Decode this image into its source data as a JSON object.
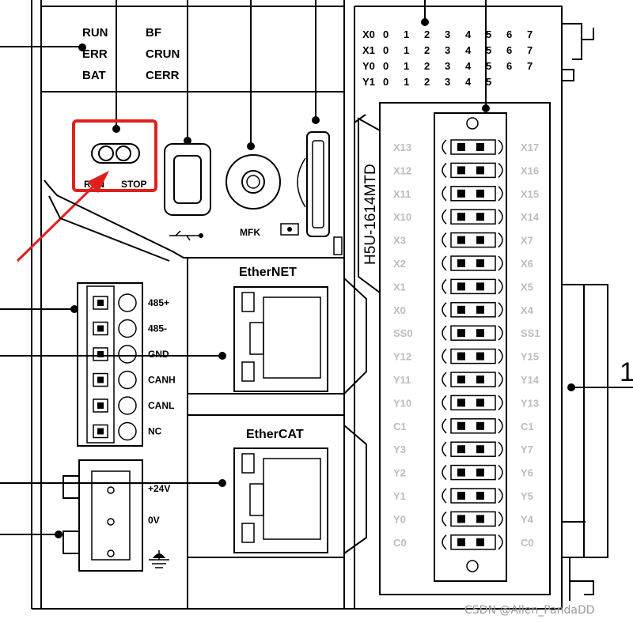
{
  "status_leds": {
    "left": [
      "RUN",
      "ERR",
      "BAT"
    ],
    "right": [
      "BF",
      "CRUN",
      "CERR"
    ]
  },
  "run_stop_switch": {
    "label_run": "RUN",
    "label_stop": "STOP",
    "highlight_color": "#e0201c"
  },
  "usb_symbol": "⭬",
  "mfk_label": "MFK",
  "io_led_rows": [
    {
      "label": "X0",
      "numbers": [
        "0",
        "1",
        "2",
        "3",
        "4",
        "5",
        "6",
        "7"
      ]
    },
    {
      "label": "X1",
      "numbers": [
        "0",
        "1",
        "2",
        "3",
        "4",
        "5",
        "6",
        "7"
      ]
    },
    {
      "label": "Y0",
      "numbers": [
        "0",
        "1",
        "2",
        "3",
        "4",
        "5",
        "6",
        "7"
      ]
    },
    {
      "label": "Y1",
      "numbers": [
        "0",
        "1",
        "2",
        "3",
        "4",
        "5"
      ]
    }
  ],
  "model_name": "H5U-1614MTD",
  "terminal_left_labels": [
    "X13",
    "X12",
    "X11",
    "X10",
    "X3",
    "X2",
    "X1",
    "X0",
    "SS0",
    "Y12",
    "Y11",
    "Y10",
    "C1",
    "Y3",
    "Y2",
    "Y1",
    "Y0",
    "C0"
  ],
  "terminal_right_labels": [
    "X17",
    "X16",
    "X15",
    "X14",
    "X7",
    "X6",
    "X5",
    "X4",
    "SS1",
    "Y15",
    "Y14",
    "Y13",
    "C1",
    "Y7",
    "Y6",
    "Y5",
    "Y4",
    "C0"
  ],
  "comm_terminal_labels": [
    "485+",
    "485-",
    "GND",
    "CANH",
    "CANL",
    "NC"
  ],
  "ethernet_label": "EtherNET",
  "ethercat_label": "EtherCAT",
  "power_labels": [
    "+24V",
    "0V"
  ],
  "side_callout_number": "1",
  "watermark": "CSDN @Allen_PandaDD",
  "colors": {
    "annotation_red": "#e0201c",
    "terminal_gray": "#bdbdbd"
  }
}
